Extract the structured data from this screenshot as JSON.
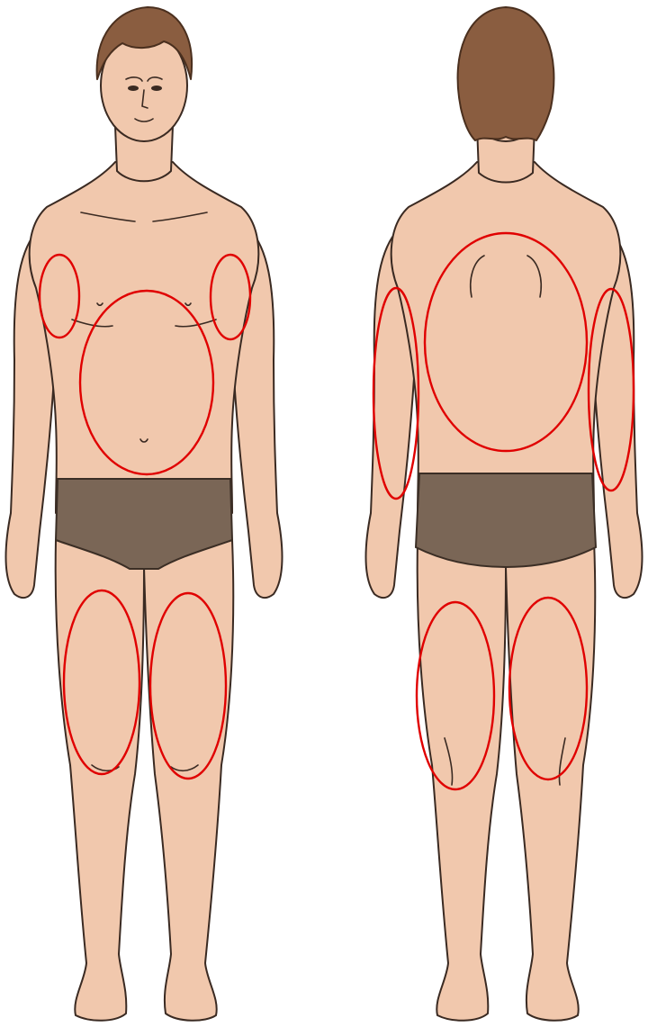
{
  "colors": {
    "background": "#ffffff",
    "skin": "#f1c8ad",
    "hair": "#8a5d40",
    "underwear": "#7a6656",
    "outline": "#3a2a22",
    "highlight_marker": "#e00000"
  },
  "views": {
    "front": {
      "marked_regions": [
        "right-underarm",
        "left-underarm",
        "abdomen",
        "right-thigh",
        "left-thigh"
      ]
    },
    "back": {
      "marked_regions": [
        "left-upper-arm",
        "upper-back",
        "right-upper-arm",
        "left-hamstring",
        "right-hamstring"
      ]
    }
  }
}
